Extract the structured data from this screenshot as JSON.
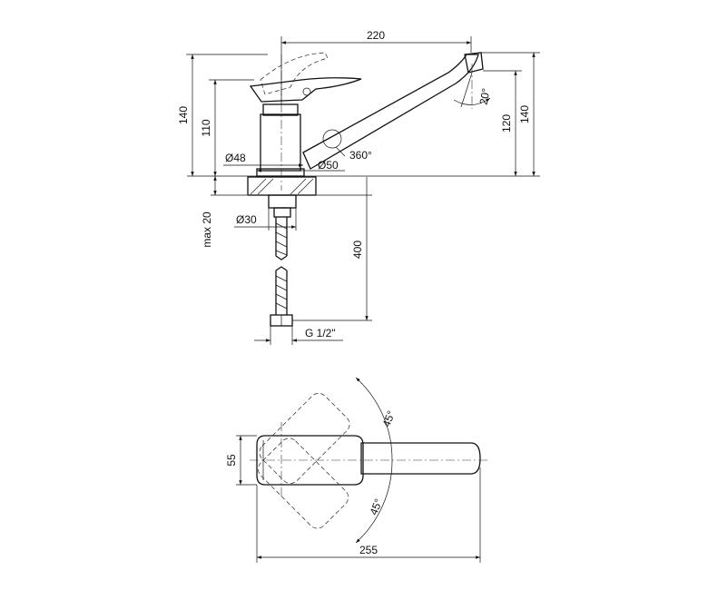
{
  "side_view": {
    "dims": {
      "spout_reach": "220",
      "total_height_left": "140",
      "body_height": "110",
      "total_height_right": "140",
      "spout_height": "120",
      "tilt_angle": "20°",
      "rotation": "360°",
      "base_diameter_48": "Ø48",
      "base_diameter_50": "Ø50",
      "max_thickness": "max 20",
      "shank_diameter": "Ø30",
      "hose_length": "400",
      "thread": "G 1/2\""
    }
  },
  "top_view": {
    "dims": {
      "width": "55",
      "length": "255",
      "angle_top": "45°",
      "angle_bottom": "45°"
    }
  }
}
